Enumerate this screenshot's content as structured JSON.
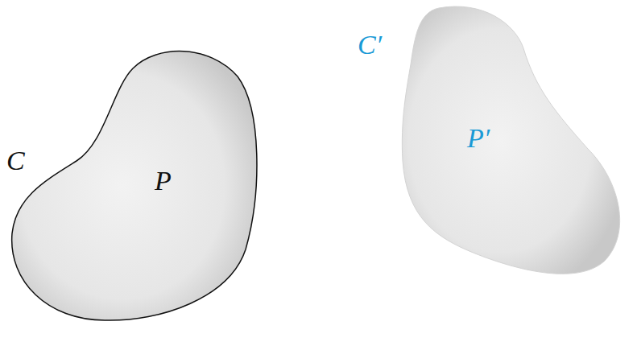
{
  "diagram": {
    "nodes": [
      {
        "text": [
          "C",
          "P"
        ]
      },
      {
        "text": [
          "C′",
          "P′"
        ]
      }
    ]
  }
}
